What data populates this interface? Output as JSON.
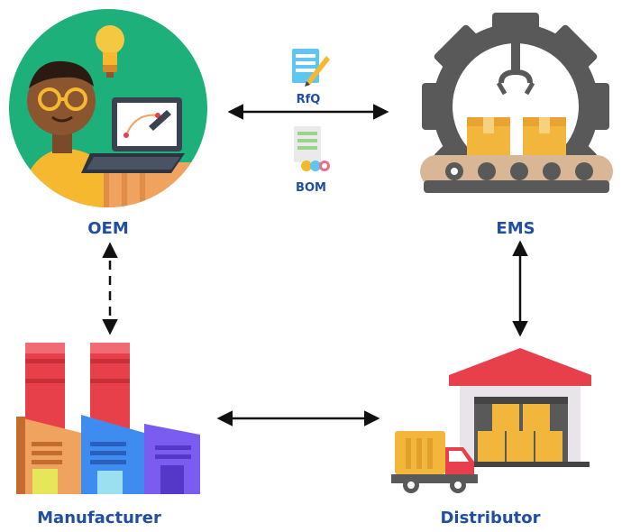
{
  "nodes": {
    "oem": {
      "label": "OEM"
    },
    "ems": {
      "label": "EMS"
    },
    "manufacturer": {
      "label": "Manufacturer"
    },
    "distributor": {
      "label": "Distributor"
    }
  },
  "documents": {
    "rfq": {
      "label": "RfQ"
    },
    "bom": {
      "label": "BOM"
    }
  },
  "colors": {
    "label_text": "#1f4ea3",
    "arrow": "#111111",
    "oem_circle": "#1db07a",
    "gear": "#595959",
    "warehouse_roof": "#e8404a",
    "truck_cab": "#e8404a",
    "boxes": "#f3b63d"
  },
  "edges": [
    {
      "from": "oem",
      "to": "ems",
      "style": "solid",
      "direction": "both"
    },
    {
      "from": "oem",
      "to": "manufacturer",
      "style": "dashed",
      "direction": "both"
    },
    {
      "from": "ems",
      "to": "distributor",
      "style": "solid",
      "direction": "both"
    },
    {
      "from": "manufacturer",
      "to": "distributor",
      "style": "solid",
      "direction": "both"
    }
  ]
}
